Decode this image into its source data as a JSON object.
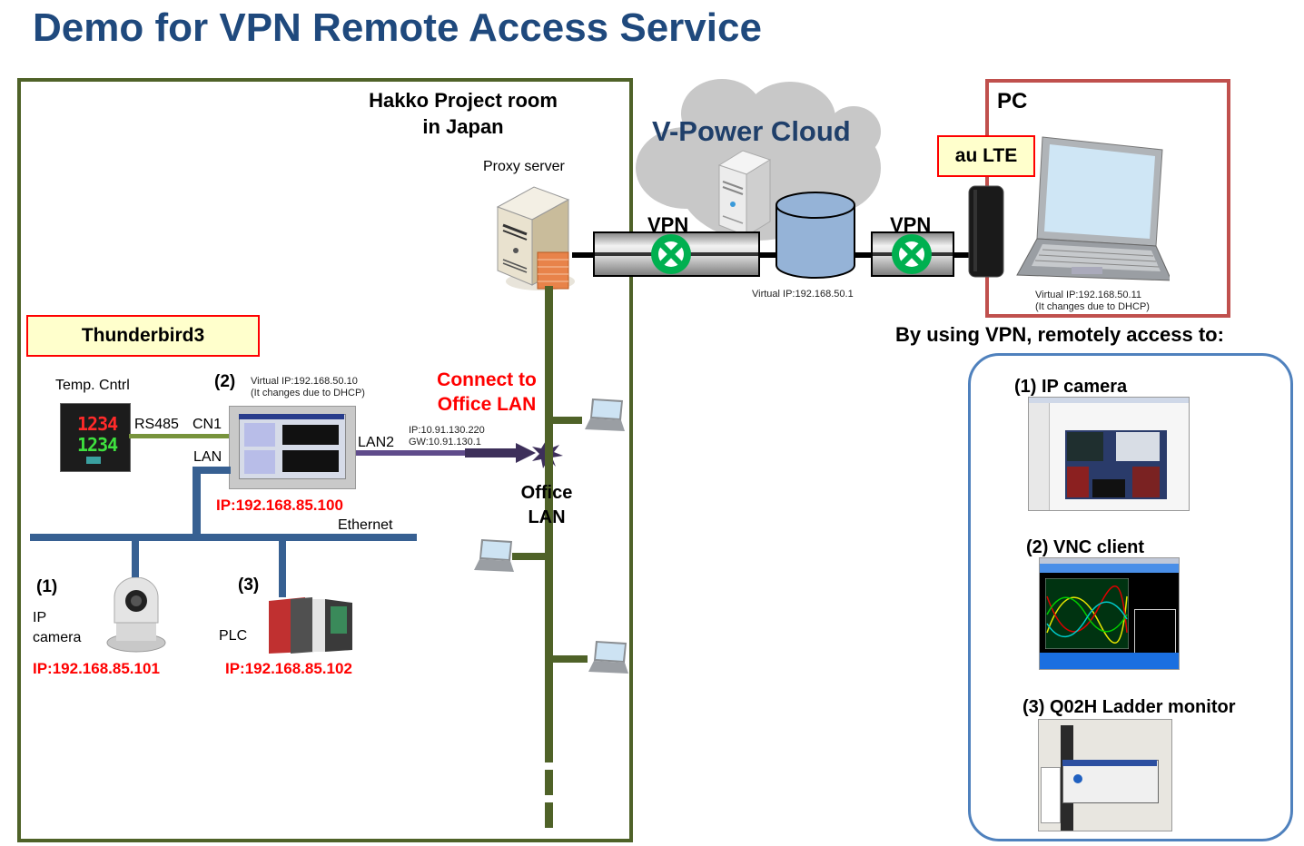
{
  "title": "Demo for VPN Remote Access Service",
  "room": {
    "title_line1": "Hakko Project room",
    "title_line2": "in Japan",
    "proxy_label": "Proxy server",
    "thunderbird_label": "Thunderbird3",
    "temp_ctrl_label": "Temp. Cntrl",
    "temp_display_pv": "1234",
    "temp_display_sv": "1234",
    "rs485_label": "RS485",
    "cn1_label": "CN1",
    "lan_label": "LAN",
    "lan2_label": "LAN2",
    "hmi_number": "(2)",
    "hmi_virtual_ip": "Virtual IP:192.168.50.10",
    "hmi_dhcp_note": "(It changes due to DHCP)",
    "hmi_ip": "IP:192.168.85.100",
    "lan2_ip": "IP:10.91.130.220",
    "lan2_gw": "GW:10.91.130.1",
    "connect_line1": "Connect to",
    "connect_line2": "Office LAN",
    "office_lan_line1": "Office",
    "office_lan_line2": "LAN",
    "ethernet_label": "Ethernet",
    "camera_number": "(1)",
    "camera_label_line1": "IP",
    "camera_label_line2": "camera",
    "camera_ip": "IP:192.168.85.101",
    "plc_number": "(3)",
    "plc_label": "PLC",
    "plc_ip": "IP:192.168.85.102"
  },
  "cloud": {
    "title": "V-Power Cloud",
    "vpn_left": "VPN",
    "vpn_right": "VPN",
    "virtual_ip": "Virtual IP:192.168.50.1"
  },
  "pc": {
    "title": "PC",
    "lte_label": "au LTE",
    "virtual_ip": "Virtual IP:192.168.50.11",
    "dhcp_note": "(It changes due to DHCP)"
  },
  "access": {
    "heading": "By using VPN, remotely access to:",
    "items": [
      {
        "label": "(1) IP camera"
      },
      {
        "label": "(2) VNC  client"
      },
      {
        "label": "(3) Q02H Ladder monitor"
      }
    ]
  },
  "colors": {
    "title": "#1f497d",
    "room_border": "#4f6228",
    "pc_border": "#c0504d",
    "access_border": "#4f81bd",
    "ip_text": "#ff0000",
    "vpn_node": "#00b050",
    "ethernet": "#376092",
    "lan2_line": "#5f4b8b"
  }
}
